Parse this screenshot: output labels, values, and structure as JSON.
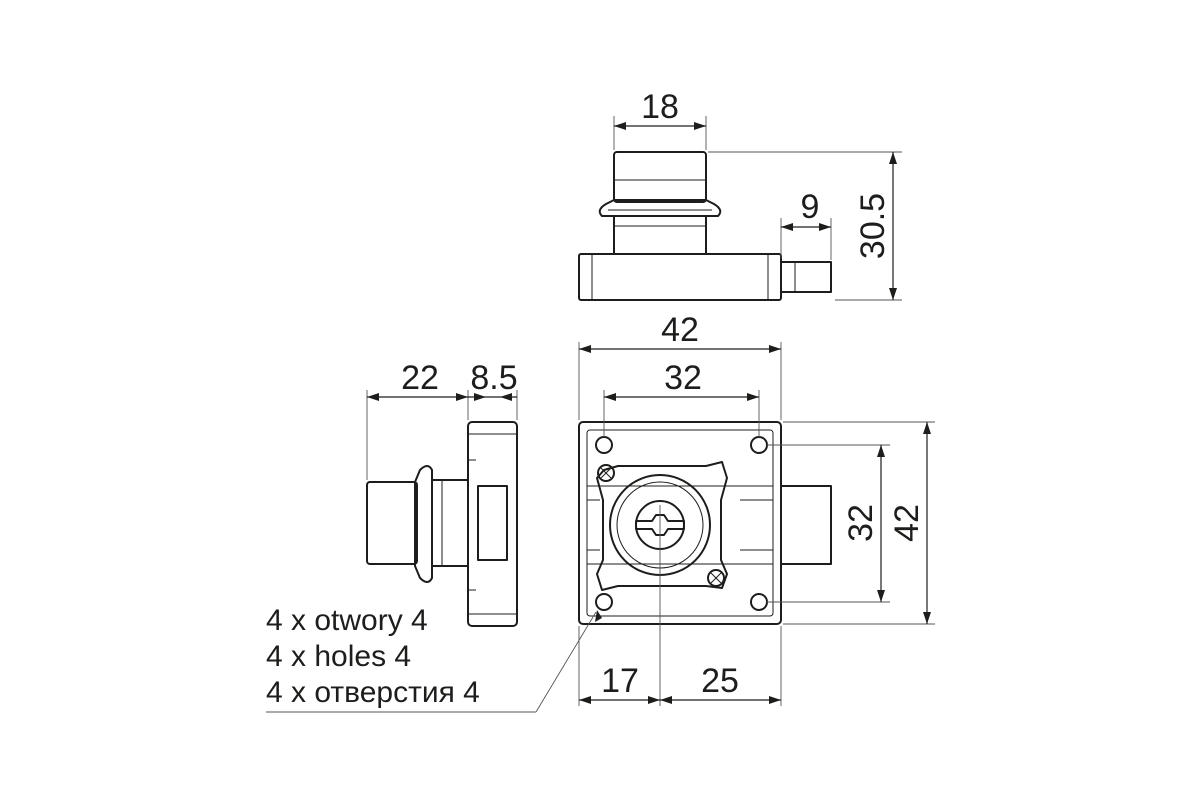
{
  "dimensions": {
    "top_width": "18",
    "top_pin": "9",
    "top_height": "30.5",
    "front_width_outer": "42",
    "front_width_holes": "32",
    "front_height_holes": "32",
    "front_height_outer": "42",
    "front_left_offset": "17",
    "front_right_offset": "25",
    "side_body": "22",
    "side_plate": "8.5"
  },
  "notes": {
    "line_pl": "4 x otwory 4",
    "line_en": "4 x holes 4",
    "line_ru": "4 x отверстия 4"
  },
  "colors": {
    "stroke": "#1d1d1b",
    "background": "#ffffff"
  }
}
